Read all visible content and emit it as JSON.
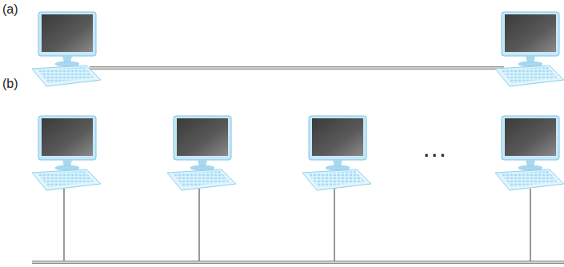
{
  "diagram": {
    "labels": [
      "(a)",
      "(b)",
      "..."
    ]
  }
}
